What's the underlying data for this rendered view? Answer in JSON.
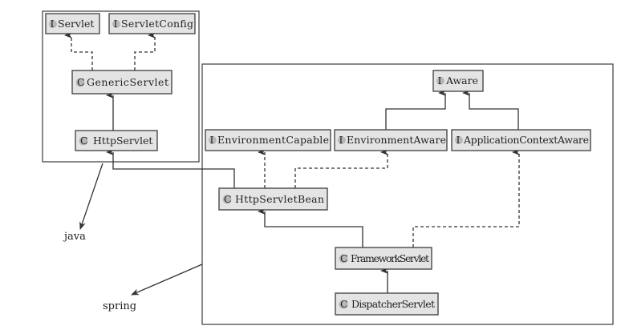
{
  "packages": {
    "java": "java",
    "spring": "spring"
  },
  "nodes": {
    "servlet": {
      "kind": "I",
      "name": "Servlet"
    },
    "servlet_config": {
      "kind": "I",
      "name": "ServletConfig"
    },
    "generic_servlet": {
      "kind": "C",
      "name": "GenericServlet"
    },
    "http_servlet": {
      "kind": "C",
      "name": "HttpServlet"
    },
    "aware": {
      "kind": "I",
      "name": "Aware"
    },
    "environment_capable": {
      "kind": "I",
      "name": "EnvironmentCapable"
    },
    "environment_aware": {
      "kind": "I",
      "name": "EnvironmentAware"
    },
    "application_context_aware": {
      "kind": "I",
      "name": "ApplicationContextAware"
    },
    "http_servlet_bean": {
      "kind": "C",
      "name": "HttpServletBean"
    },
    "framework_servlet": {
      "kind": "C",
      "name": "FrameworkServlet"
    },
    "dispatcher_servlet": {
      "kind": "C",
      "name": "DispatcherServlet"
    }
  }
}
